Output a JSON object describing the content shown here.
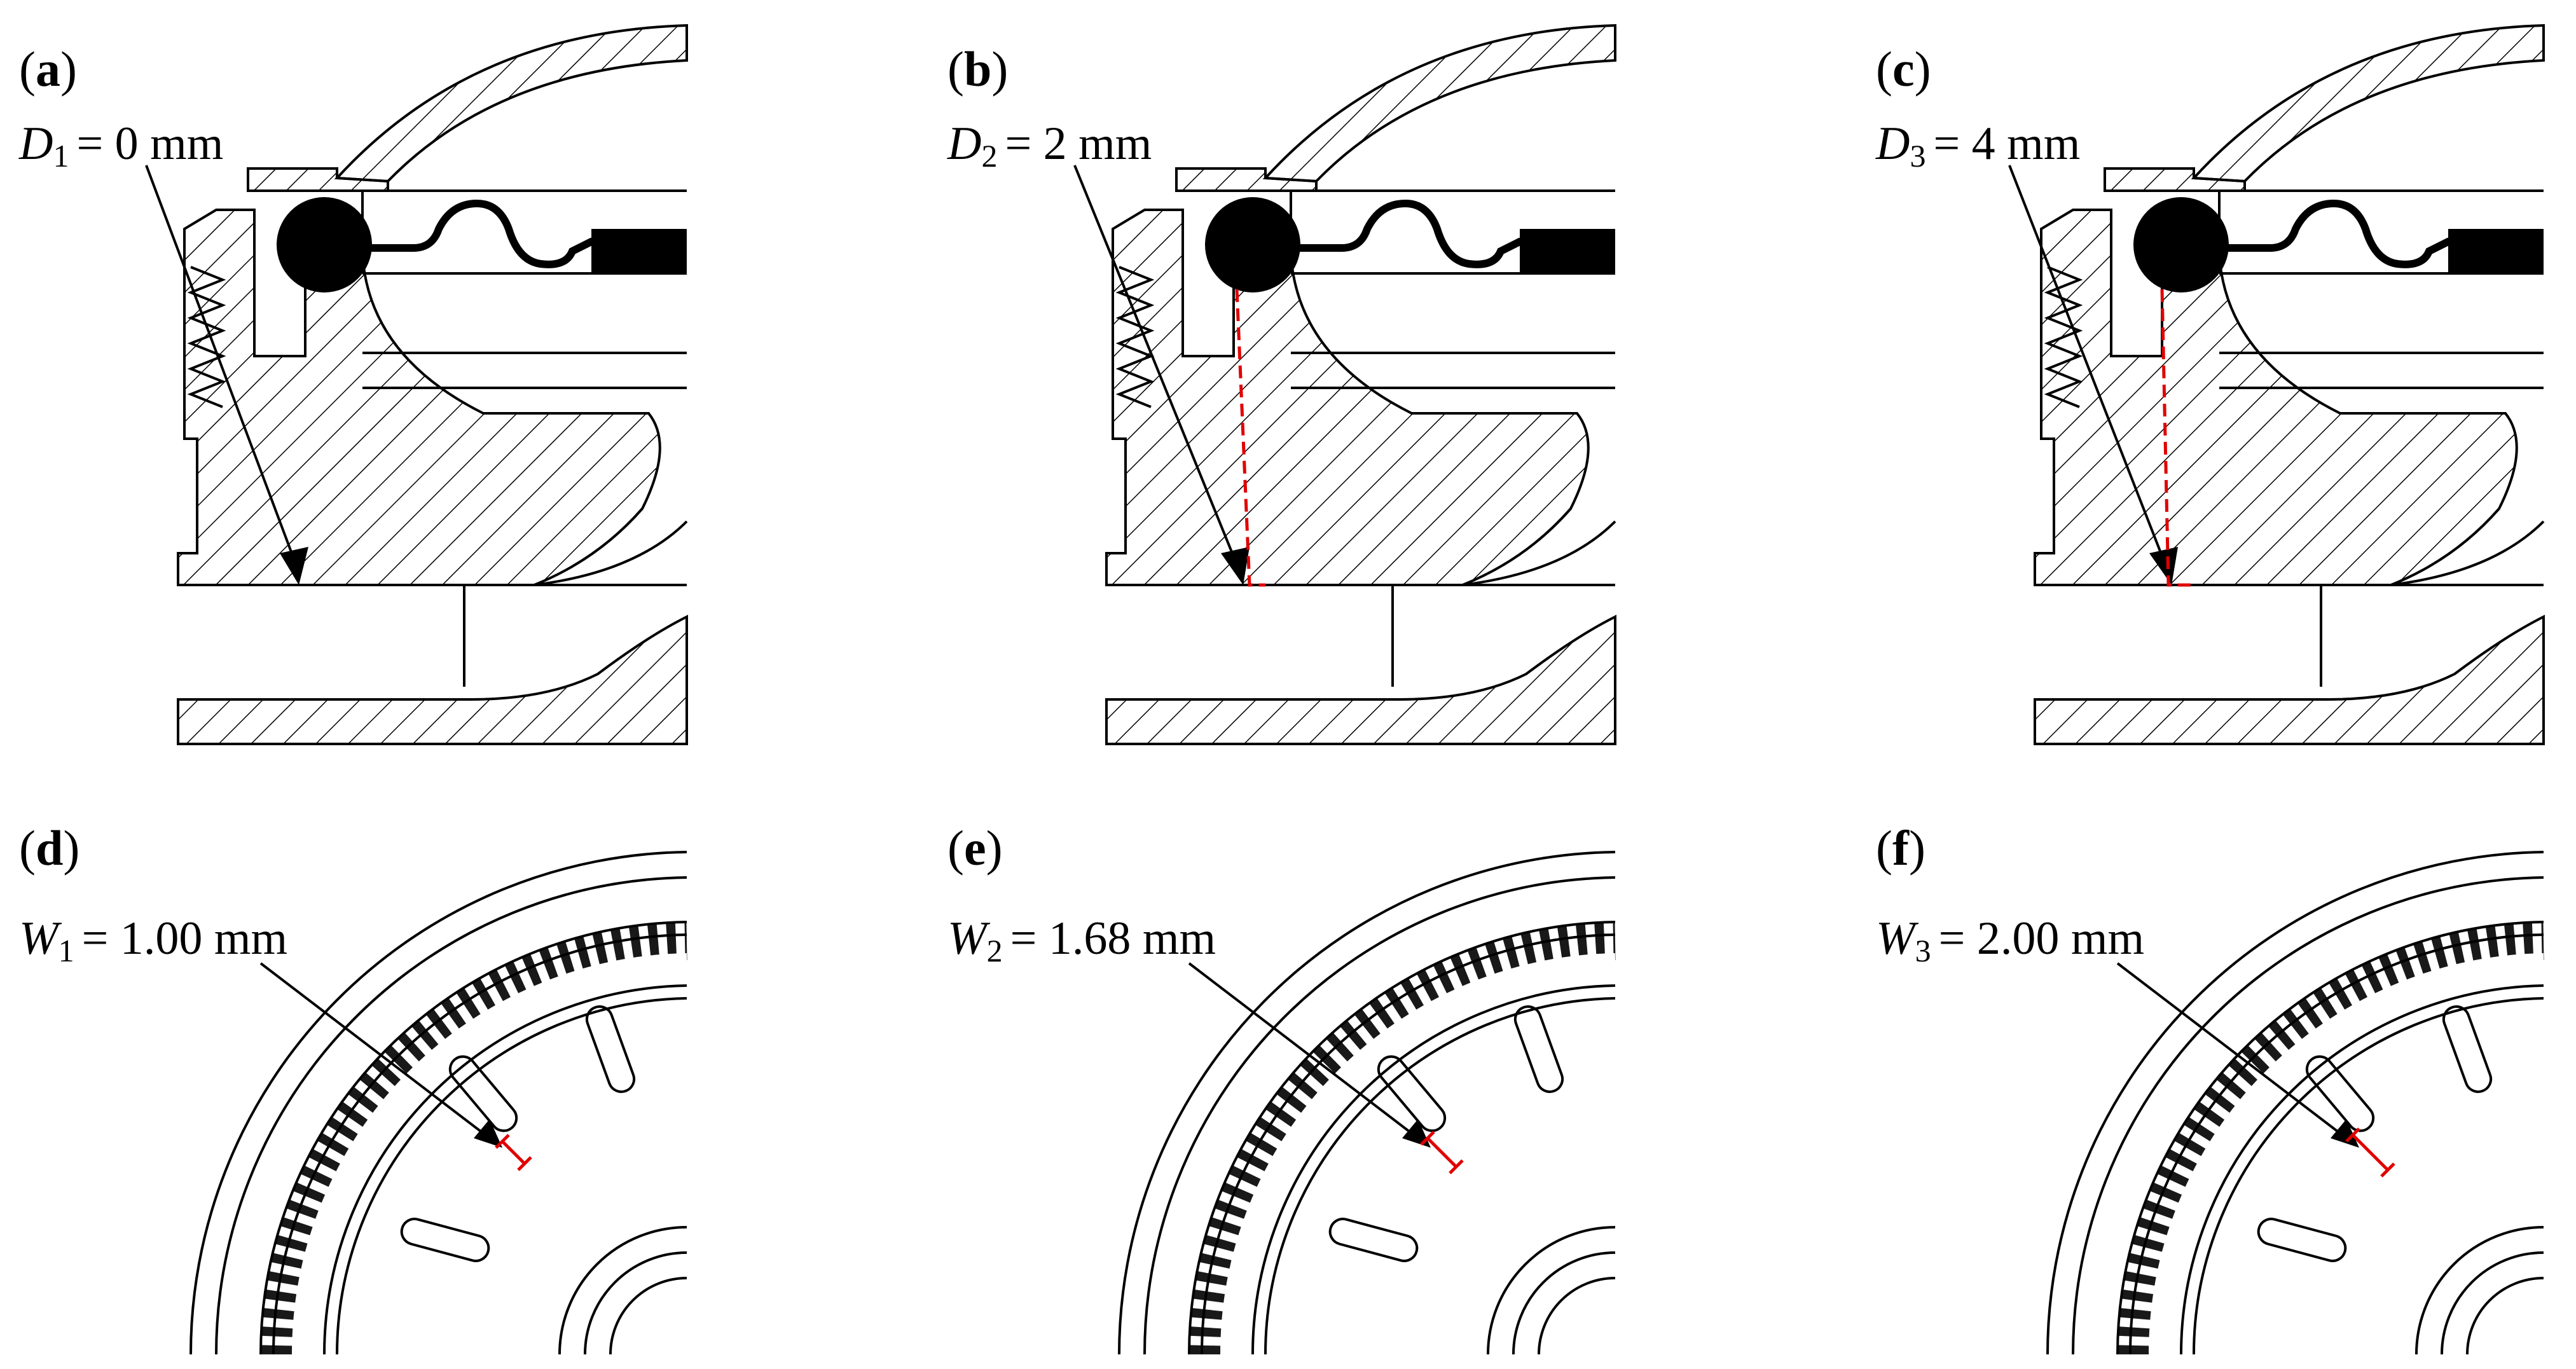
{
  "panels": {
    "a": {
      "letter": "a",
      "sym": "D",
      "sub": "1",
      "val": "= 0 mm"
    },
    "b": {
      "letter": "b",
      "sym": "D",
      "sub": "2",
      "val": "= 2 mm"
    },
    "c": {
      "letter": "c",
      "sym": "D",
      "sub": "3",
      "val": "= 4 mm"
    },
    "d": {
      "letter": "d",
      "sym": "W",
      "sub": "1",
      "val": "= 1.00 mm"
    },
    "e": {
      "letter": "e",
      "sym": "W",
      "sub": "2",
      "val": "= 1.68 mm"
    },
    "f": {
      "letter": "f",
      "sym": "W",
      "sub": "3",
      "val": "= 2.00 mm"
    }
  },
  "colors": {
    "line": "#000000",
    "highlight": "#e00000"
  }
}
